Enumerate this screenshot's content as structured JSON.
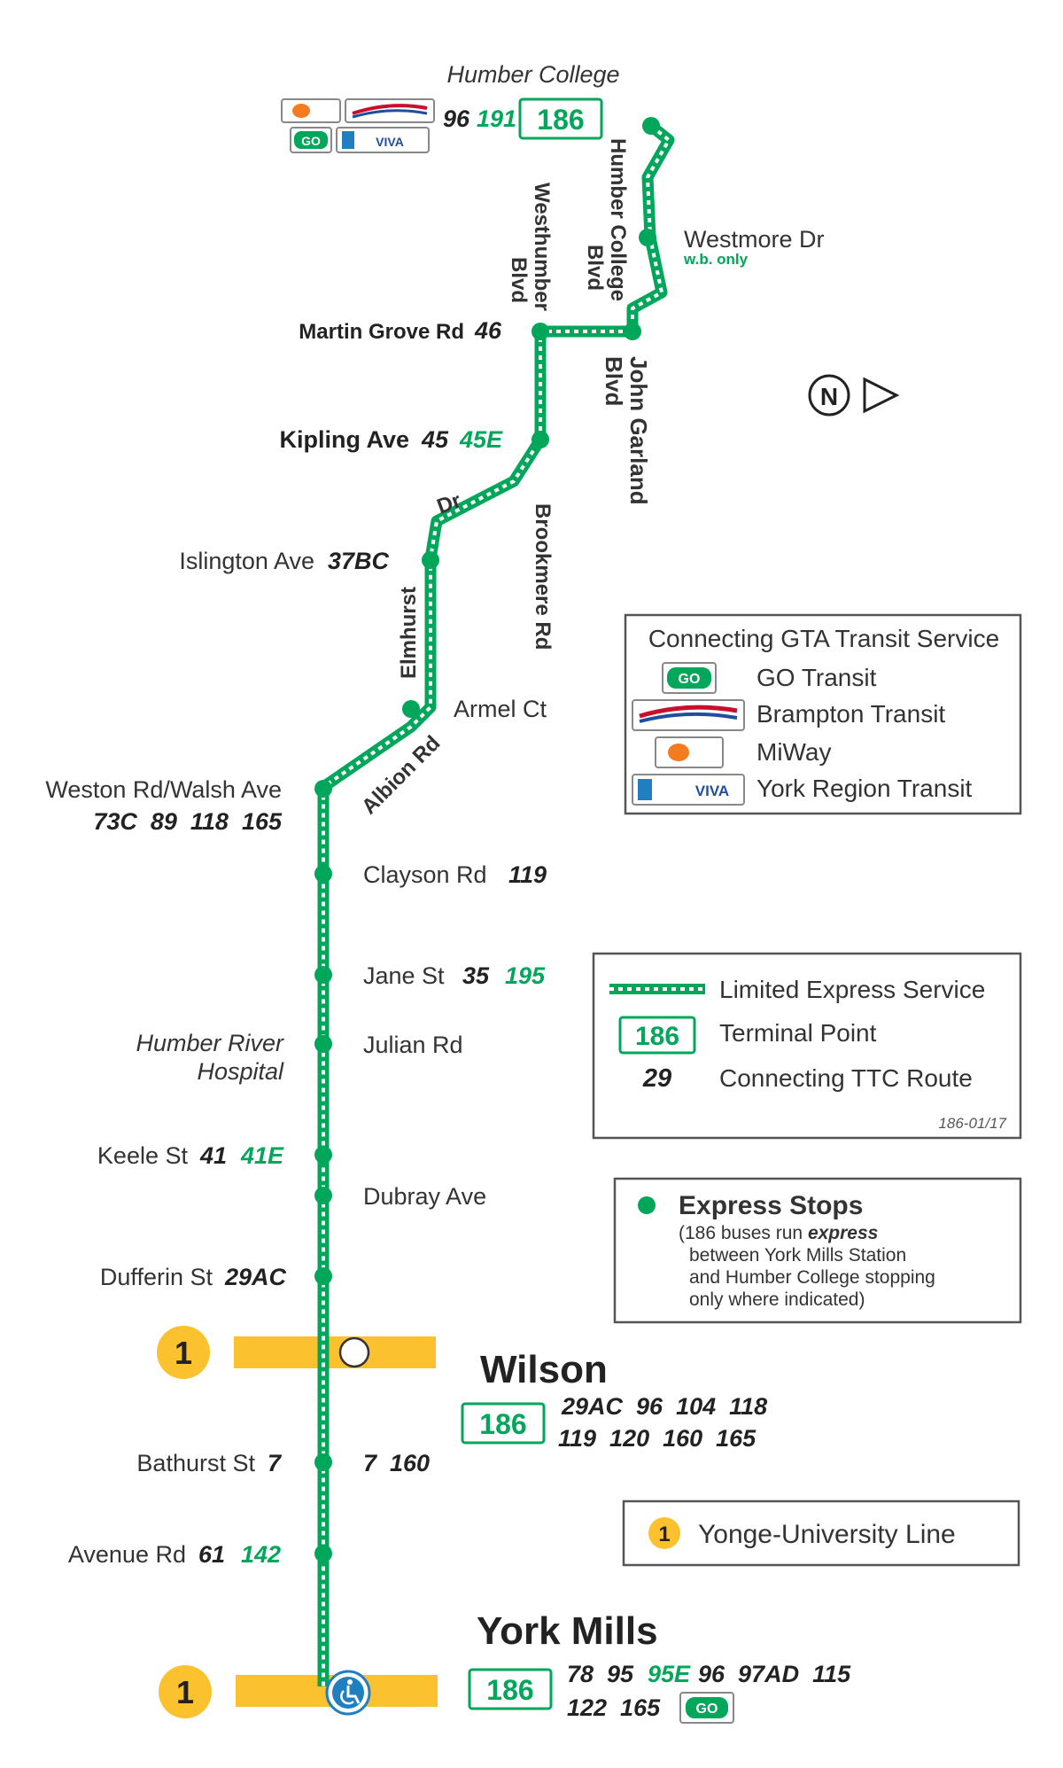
{
  "colors": {
    "route": "#00a659",
    "subway": "#fcc12e",
    "text": "#333333"
  },
  "title": "Humber College",
  "terminal_route": "186",
  "top_terminal": {
    "routes": [
      "96"
    ],
    "routes_green": [
      "191"
    ],
    "agency_icons": [
      "miway-logo",
      "brampton-transit-logo",
      "go-transit-logo",
      "yrt-viva-logo"
    ]
  },
  "streets": {
    "westhumber": "Westhumber Blvd",
    "humber_college_blvd": "Humber College Blvd",
    "john_garland": "John Garland Blvd",
    "brookmere": "Brookmere Rd",
    "dr": "Dr",
    "elmhurst": "Elmhurst",
    "albion": "Albion Rd"
  },
  "stops": {
    "westmore": {
      "name": "Westmore Dr",
      "note": "w.b. only"
    },
    "martin_grove": {
      "name": "Martin Grove Rd",
      "routes": "46"
    },
    "kipling": {
      "name": "Kipling Ave",
      "routes": "45",
      "routes_green": "45E"
    },
    "islington": {
      "name": "Islington Ave",
      "routes": "37BC"
    },
    "armel": {
      "name": "Armel Ct"
    },
    "weston": {
      "name": "Weston Rd/Walsh Ave",
      "routes": "73C  89  118  165"
    },
    "clayson": {
      "name": "Clayson Rd",
      "routes": "119"
    },
    "jane": {
      "name": "Jane St",
      "routes": "35",
      "routes_green": "195"
    },
    "julian": {
      "name": "Julian Rd",
      "hospital_1": "Humber River",
      "hospital_2": "Hospital"
    },
    "keele": {
      "name": "Keele St",
      "routes": "41",
      "routes_green": "41E"
    },
    "dubray": {
      "name": "Dubray Ave"
    },
    "dufferin": {
      "name": "Dufferin St",
      "routes": "29AC"
    },
    "bathurst": {
      "name": "Bathurst St",
      "routes": "7",
      "routes_right": "7  160"
    },
    "avenue": {
      "name": "Avenue Rd",
      "routes": "61",
      "routes_green": "142"
    }
  },
  "stations": {
    "wilson": {
      "name": "Wilson",
      "line": "1",
      "routes_1": "29AC  96  104  118",
      "routes_2": "119  120  160  165"
    },
    "york_mills": {
      "name": "York Mills",
      "line": "1",
      "routes_1a": "78  95",
      "routes_1g": "95E",
      "routes_1b": "96  97AD  115",
      "routes_2": "122  165"
    }
  },
  "compass": "N",
  "legend_gta": {
    "title": "Connecting GTA Transit Service",
    "items": [
      "GO Transit",
      "Brampton Transit",
      "MiWay",
      "York Region Transit"
    ]
  },
  "legend_service": {
    "express": "Limited Express Service",
    "terminal_label": "186",
    "terminal": "Terminal Point",
    "ttc_sample": "29",
    "ttc": "Connecting TTC Route",
    "code": "186-01/17"
  },
  "legend_stops": {
    "title": "Express Stops",
    "line1a": "(186 buses run ",
    "line1b": "express",
    "line2": "between York Mills Station",
    "line3": "and Humber College stopping",
    "line4": "only where indicated)"
  },
  "legend_subway": {
    "number": "1",
    "name": "Yonge-University Line"
  }
}
